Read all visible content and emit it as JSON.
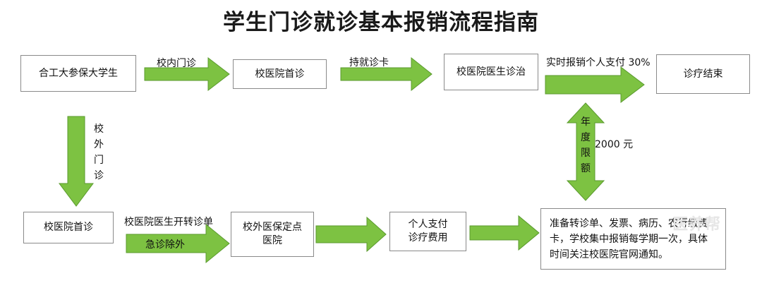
{
  "title": "学生门诊就诊基本报销流程指南",
  "colors": {
    "arrow_fill": "#7dc242",
    "arrow_stroke": "#5a9a2e",
    "box_border": "#8a8a8a"
  },
  "nodes": {
    "student": "合工大参保大学生",
    "campus_first_visit": "校医院首诊",
    "doctor_treatment": "校医院医生诊治",
    "treatment_end": "诊疗结束",
    "offcampus_first_visit": "校医院首诊",
    "external_hospital": "校外医保定点医院",
    "personal_payment": "个人支付诊疗费用",
    "reimburse_prep": "准备转诊单、发票、病历、农行缴费卡，学校集中报销每学期一次，具体时间关注校医院官网通知。"
  },
  "edges": {
    "campus_outpatient": "校内门诊",
    "hold_card": "持就诊卡",
    "realtime_reimburse": "实时报销个人支付 30%",
    "offcampus_outpatient": "校外门诊",
    "referral": "校医院医生开转诊单",
    "emergency_except": "急诊除外",
    "annual_limit": "年度限额",
    "limit_amount": "2000 元"
  },
  "watermark": "医养帮"
}
